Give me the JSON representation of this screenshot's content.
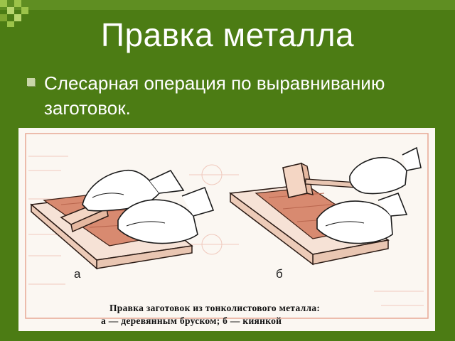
{
  "slide": {
    "title": "Правка металла",
    "bullet": "Слесарная операция по выравниванию заготовок."
  },
  "figure": {
    "label_a": "а",
    "label_b": "б",
    "caption_line1": "Правка  заготовок  из  тонколистового  металла:",
    "caption_line2": "а — деревянным  бруском;  б — киянкой"
  },
  "colors": {
    "background": "#4c7c14",
    "title_text": "#ffffff",
    "sheet_metal": "#d4836a",
    "wood": "#f3d9c9"
  }
}
